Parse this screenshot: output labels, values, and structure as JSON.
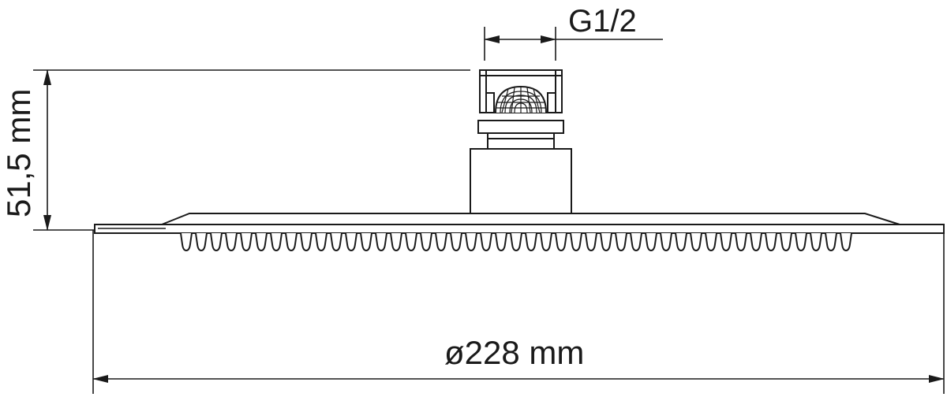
{
  "dimensions": {
    "thread_label": "G1/2",
    "height_label": "51,5 mm",
    "diameter_label": "ø228 mm"
  },
  "colors": {
    "line": "#1a1a1a",
    "background": "#ffffff"
  }
}
